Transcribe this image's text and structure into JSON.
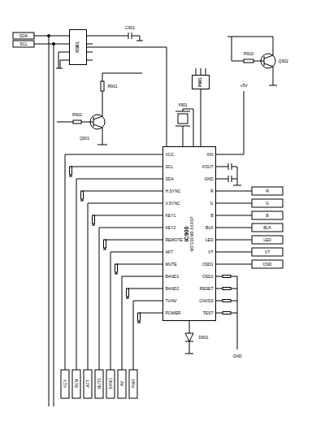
{
  "diagram": {
    "nodes": [
      {
        "text": [
          "IC900",
          "M37210M3-XXXSP"
        ]
      },
      {
        "text": [
          "IC901"
        ]
      },
      {
        "text": [
          "P901"
        ]
      }
    ],
    "edges": [
      {
        "from": 0,
        "to": 1,
        "arrow": "none"
      },
      {
        "from": 0,
        "to": 2,
        "arrow": "none"
      }
    ],
    "labels": [
      "VCC",
      "SCL",
      "SDA",
      "H.SYNC",
      "V.SYNC",
      "KEY1",
      "KEY2",
      "REMOTE",
      "AFT",
      "MUTE",
      "BAND1",
      "BAND2",
      "TV/AV",
      "POWER",
      "XIN",
      "XOUT",
      "GND",
      "R",
      "G",
      "B",
      "BLK",
      "LED",
      "VT",
      "OSD1",
      "OSD2",
      "RESET",
      "CNVSS",
      "TEST",
      "KEY",
      "REM",
      "AFT",
      "MUTE",
      "BAND",
      "AV",
      "PWR",
      "R",
      "G",
      "B",
      "BLK",
      "LED",
      "VT",
      "OSD",
      "SDA",
      "SCL",
      "Q901",
      "R901",
      "R902",
      "Q902",
      "R910",
      "X901",
      "C901",
      "D901",
      "+5V",
      "GND"
    ]
  }
}
